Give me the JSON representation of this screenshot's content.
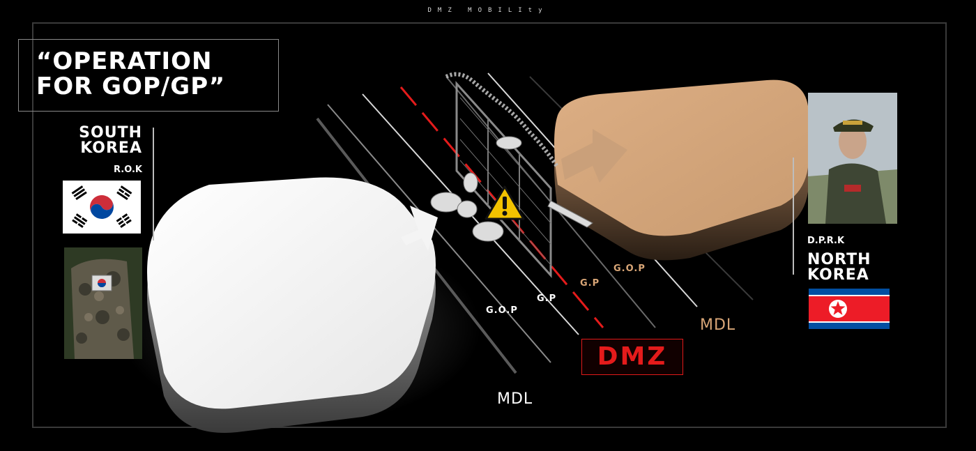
{
  "header": {
    "brand": "DMZ MOBILIty"
  },
  "headline": "“OPERATION FOR GOP/GP”",
  "south": {
    "name": "SOUTH KOREA",
    "code": "R.O.K",
    "flag": "south-korea-flag",
    "photo": "soldier-shoulder-patch"
  },
  "north": {
    "name": "NORTH KOREA",
    "code": "D.P.R.K",
    "flag": "north-korea-flag",
    "photo": "north-korean-soldier"
  },
  "map": {
    "south_labels": {
      "gop": "G.O.P",
      "gp": "G.P",
      "mdl": "MDL"
    },
    "north_labels": {
      "gop": "G.O.P",
      "gp": "G.P",
      "mdl": "MDL"
    },
    "zone": "DMZ",
    "center_icon": "warning-icon"
  },
  "colors": {
    "south_block": "#f4f4f4",
    "north_block": "#d9a677",
    "alert_red": "#e41b1b",
    "background": "#000000"
  }
}
